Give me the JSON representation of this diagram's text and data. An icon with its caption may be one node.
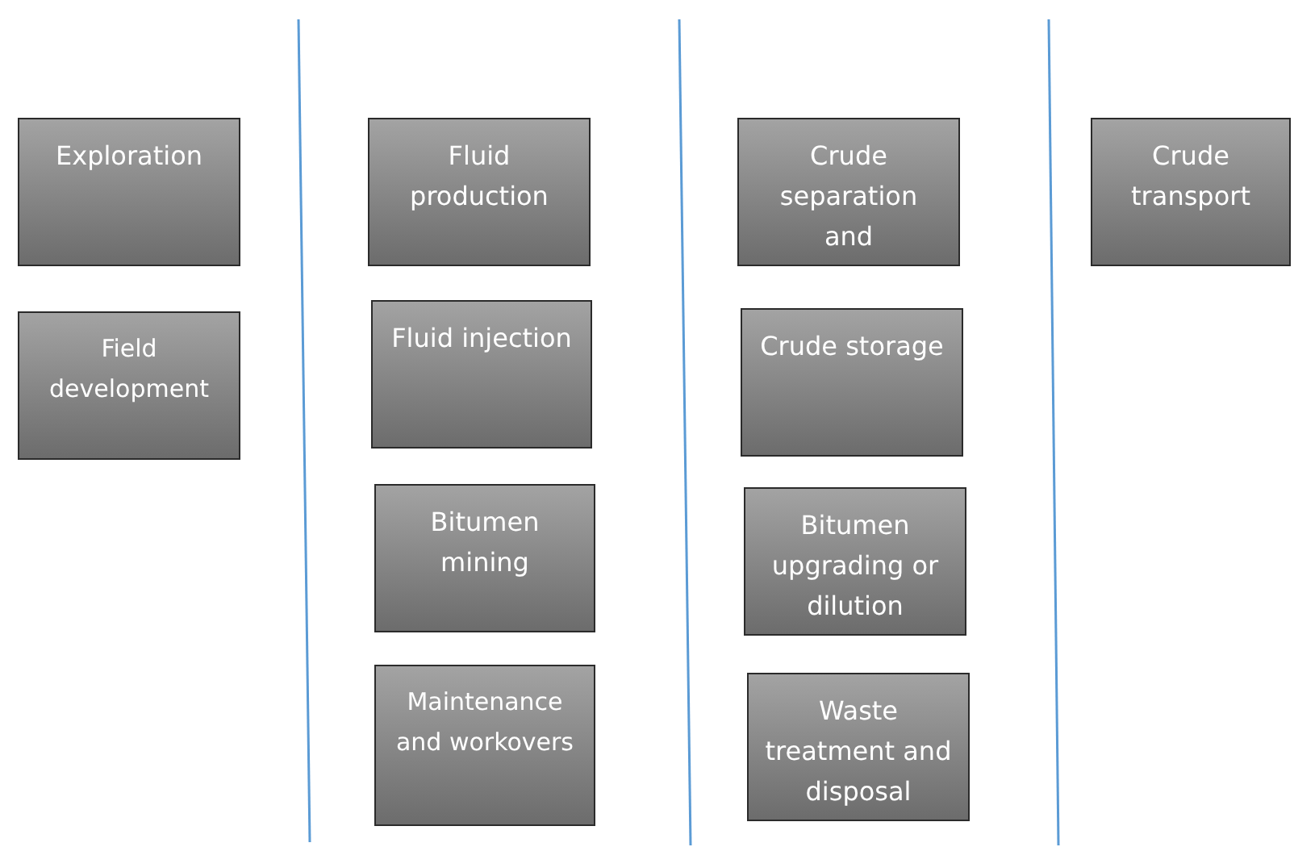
{
  "diagram": {
    "nodes": [
      {
        "text": [
          "Exploration"
        ]
      },
      {
        "text": [
          "Field development"
        ]
      },
      {
        "text": [
          "Fluid production"
        ]
      },
      {
        "text": [
          "Fluid injection"
        ]
      },
      {
        "text": [
          "Bitumen mining"
        ]
      },
      {
        "text": [
          "Maintenance and workovers"
        ]
      },
      {
        "text": [
          "Crude separation and"
        ]
      },
      {
        "text": [
          "Crude storage"
        ]
      },
      {
        "text": [
          "Bitumen upgrading or dilution"
        ]
      },
      {
        "text": [
          "Waste treatment and disposal"
        ]
      },
      {
        "text": [
          "Crude transport"
        ]
      }
    ],
    "edges": []
  }
}
